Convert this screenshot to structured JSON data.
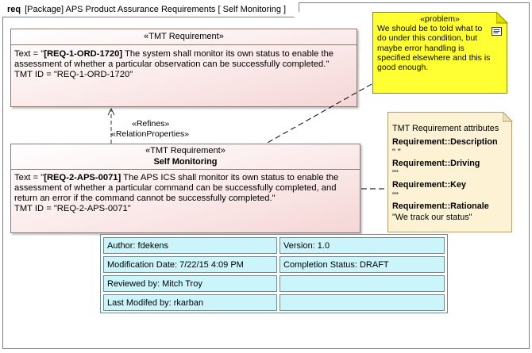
{
  "diagram": {
    "kind": "req",
    "title": "[Package] APS Product Assurance Requirements [ Self Monitoring ]"
  },
  "requirements": [
    {
      "stereotype": "«TMT Requirement»",
      "name": "",
      "text_prefix": "Text = \"",
      "id_bold": "[REQ-1-ORD-1720]",
      "text_rest": " The system shall monitor its own status to enable the assessment of whether a particular observation can be successfully completed.\"",
      "tmt_id": "TMT ID = \"REQ-1-ORD-1720\""
    },
    {
      "stereotype": "«TMT Requirement»",
      "name": "Self Monitoring",
      "text_prefix": "Text = \"",
      "id_bold": "[REQ-2-APS-0071]",
      "text_rest": " The APS ICS shall monitor its own status to enable the assessment of whether a particular command can be successfully completed, and return an error if the command cannot be successfully completed.\"",
      "tmt_id": "TMT ID = \"REQ-2-APS-0071\""
    }
  ],
  "relation": {
    "stereotype": "«Refines»",
    "properties": "«RelationProperties»"
  },
  "problem_note": {
    "stereotype": "«problem»",
    "text": "We should be to told what to do under this condition, but maybe error handling is specified elsewhere and this is good enough.",
    "icon": "note-icon"
  },
  "attributes_note": {
    "title": "TMT Requirement attributes",
    "items": [
      {
        "key": "Requirement::Description",
        "value": "\" \""
      },
      {
        "key": "Requirement::Driving",
        "value": "\"\""
      },
      {
        "key": "Requirement::Key",
        "value": "\"\""
      },
      {
        "key": "Requirement::Rationale",
        "value": "\"We track our status\""
      }
    ]
  },
  "info_table": {
    "rows": [
      [
        "Author: fdekens",
        "Version: 1.0"
      ],
      [
        "Modification Date: 7/22/15 4:09 PM",
        "Completion Status: DRAFT"
      ],
      [
        "Reviewed by: Mitch Troy",
        ""
      ],
      [
        "Last Modifed by: rkarban",
        ""
      ]
    ]
  },
  "colors": {
    "problem_note": "#ffff33",
    "attributes_note": "#fdf2d3",
    "requirement_fill": "#fbeaea",
    "info_cell": "#ccf4fb"
  }
}
